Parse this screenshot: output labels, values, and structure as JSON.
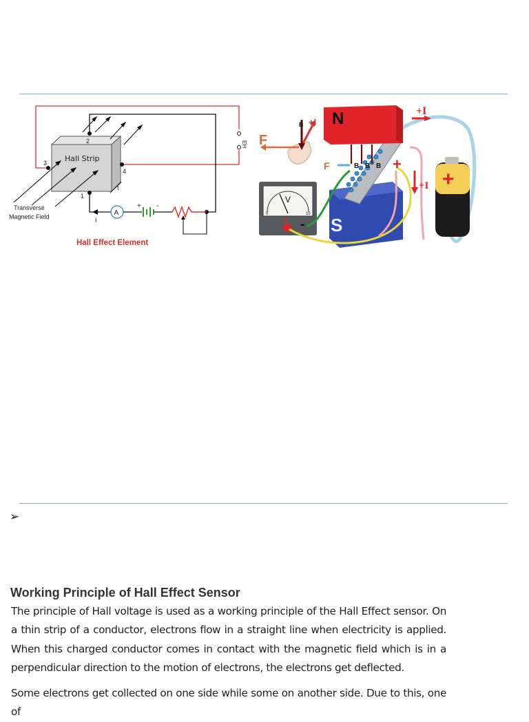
{
  "figure_left": {
    "hall_strip_label": "Hall Strip",
    "terminal_1": "1",
    "terminal_2": "2",
    "terminal_3": "3",
    "terminal_4": "4",
    "thickness_label": "t",
    "current_label": "I",
    "ammeter_label": "A",
    "battery_plus": "+",
    "battery_minus": "-",
    "hall_voltage_label": "EH",
    "field_label_line1": "Transverse",
    "field_label_line2": "Magnetic Field",
    "caption": "Hall Effect Element"
  },
  "figure_right": {
    "north_label": "N",
    "south_label": "S",
    "force_label": "F",
    "field_label": "B",
    "current_label": "+I",
    "meter_label": "V",
    "meter_min": "0",
    "meter_max": "10",
    "plus_sign": "+",
    "minus_sign": "-",
    "battery_plus": "+"
  },
  "bullet": "➢",
  "heading": "Working Principle of Hall Effect Sensor",
  "paragraphs": [
    "The principle of Hall voltage is used as a working principle of the Hall Effect sensor. On a thin strip of a conductor, electrons flow in a straight line when electricity is applied. When this charged conductor comes in contact with the magnetic field which is in a perpendicular direction to the motion of electrons, the electrons get deflected.",
    "Some electrons get collected on one side while some on another side. Due to this, one of"
  ],
  "colors": {
    "divider": "#7fb0dc",
    "caption": "#d9302b",
    "magnet_north": "#e0242a",
    "magnet_south": "#2f4bb0"
  }
}
